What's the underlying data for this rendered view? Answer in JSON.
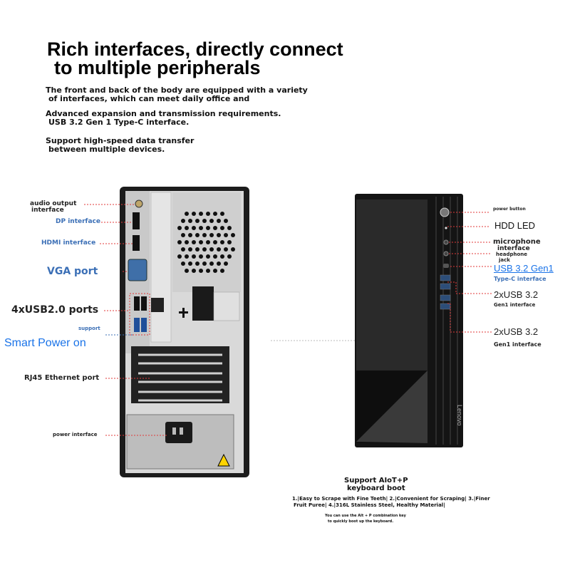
{
  "heading": {
    "line1": "Rich interfaces, directly connect",
    "line2": "to multiple peripherals"
  },
  "description": {
    "line1": "The front and back of the body are equipped with a variety",
    "line2": "of interfaces, which can meet daily office and",
    "line3": "Advanced expansion and transmission requirements.",
    "line4": "USB 3.2 Gen 1 Type-C interface.",
    "line5": "Support high-speed data transfer",
    "line6": "between multiple devices."
  },
  "rear_labels": {
    "audio_output_1": "audio output",
    "audio_output_2": "interface",
    "dp": "DP interface",
    "hdmi": "HDMI interface",
    "vga": "VGA port",
    "usb2": "4xUSB2.0 ports",
    "support": "support",
    "smart_power": "Smart Power on",
    "rj45": "RJ45 Ethernet port",
    "power": "power interface"
  },
  "front_labels": {
    "power_button": "power button",
    "hdd_led": "HDD LED",
    "microphone_1": "microphone",
    "microphone_2": "interface",
    "headphone_1": "headphone",
    "headphone_2": "jack",
    "usb_typec_1": "USB 3.2 Gen1",
    "usb_typec_2": "Type-C interface",
    "usb_a_top_1": "2xUSB 3.2",
    "usb_a_top_2": "Gen1 interface",
    "usb_a_bottom_1": "2xUSB 3.2",
    "usb_a_bottom_2": "Gen1 interface",
    "brand": "Lenovo"
  },
  "keyboard_boot": {
    "title1": "Support AIoT+P",
    "title2": "keyboard boot",
    "desc1": "1.|Easy to Scrape with Fine Teeth| 2.|Convenient for Scraping| 3.|Finer",
    "desc2": "Fruit Puree| 4.|316L Stainless Steel, Healthy Material|",
    "note1": "You can use the Alt + P combination key",
    "note2": "to quickly boot up the keyboard."
  },
  "colors": {
    "accent_blue": "#3b6fb6",
    "bright_blue": "#1a73e8",
    "leader_red": "#e03a3a",
    "chassis_dark": "#1a1a1a",
    "panel_gray": "#d8d8d8"
  }
}
